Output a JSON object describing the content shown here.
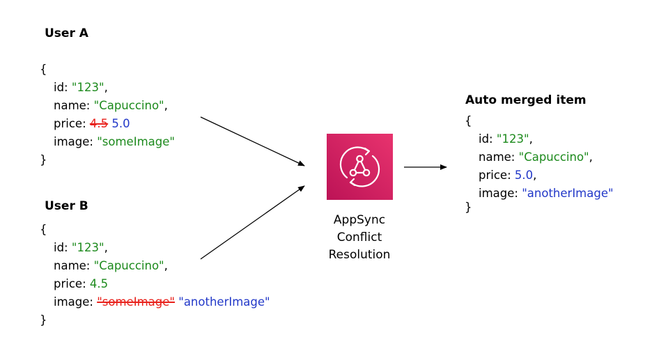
{
  "user_a": {
    "title": "User A",
    "open": "{",
    "close": "}",
    "id_key": "id: ",
    "id_value": "\"123\"",
    "id_sep": ",",
    "name_key": "name: ",
    "name_value": "\"Capuccino\"",
    "name_sep": ",",
    "price_key": "price: ",
    "price_old": "4.5",
    "price_new": "5.0",
    "image_key": "image: ",
    "image_value": "\"someImage\""
  },
  "user_b": {
    "title": "User B",
    "open": "{",
    "close": "}",
    "id_key": "id: ",
    "id_value": "\"123\"",
    "id_sep": ",",
    "name_key": "name: ",
    "name_value": "\"Capuccino\"",
    "name_sep": ",",
    "price_key": "price: ",
    "price_value": "4.5",
    "image_key": "image: ",
    "image_old": "\"someImage\"",
    "image_new": "\"anotherImage\""
  },
  "merged": {
    "title": "Auto merged item",
    "open": "{",
    "close": "}",
    "id_key": "id: ",
    "id_value": "\"123\"",
    "id_sep": ",",
    "name_key": "name: ",
    "name_value": "\"Capuccino\"",
    "name_sep": ",",
    "price_key": "price: ",
    "price_value": "5.0",
    "price_sep": ",",
    "image_key": "image: ",
    "image_value": "\"anotherImage\""
  },
  "service": {
    "label_line1": "AppSync",
    "label_line2": "Conflict",
    "label_line3": "Resolution",
    "icon": "appsync-icon"
  },
  "colors": {
    "string_green": "#1d8a1d",
    "new_value_blue": "#2238c8",
    "strike_red": "#e8201a",
    "icon_pink": "#e8336e",
    "icon_dark_pink": "#bc1356"
  }
}
